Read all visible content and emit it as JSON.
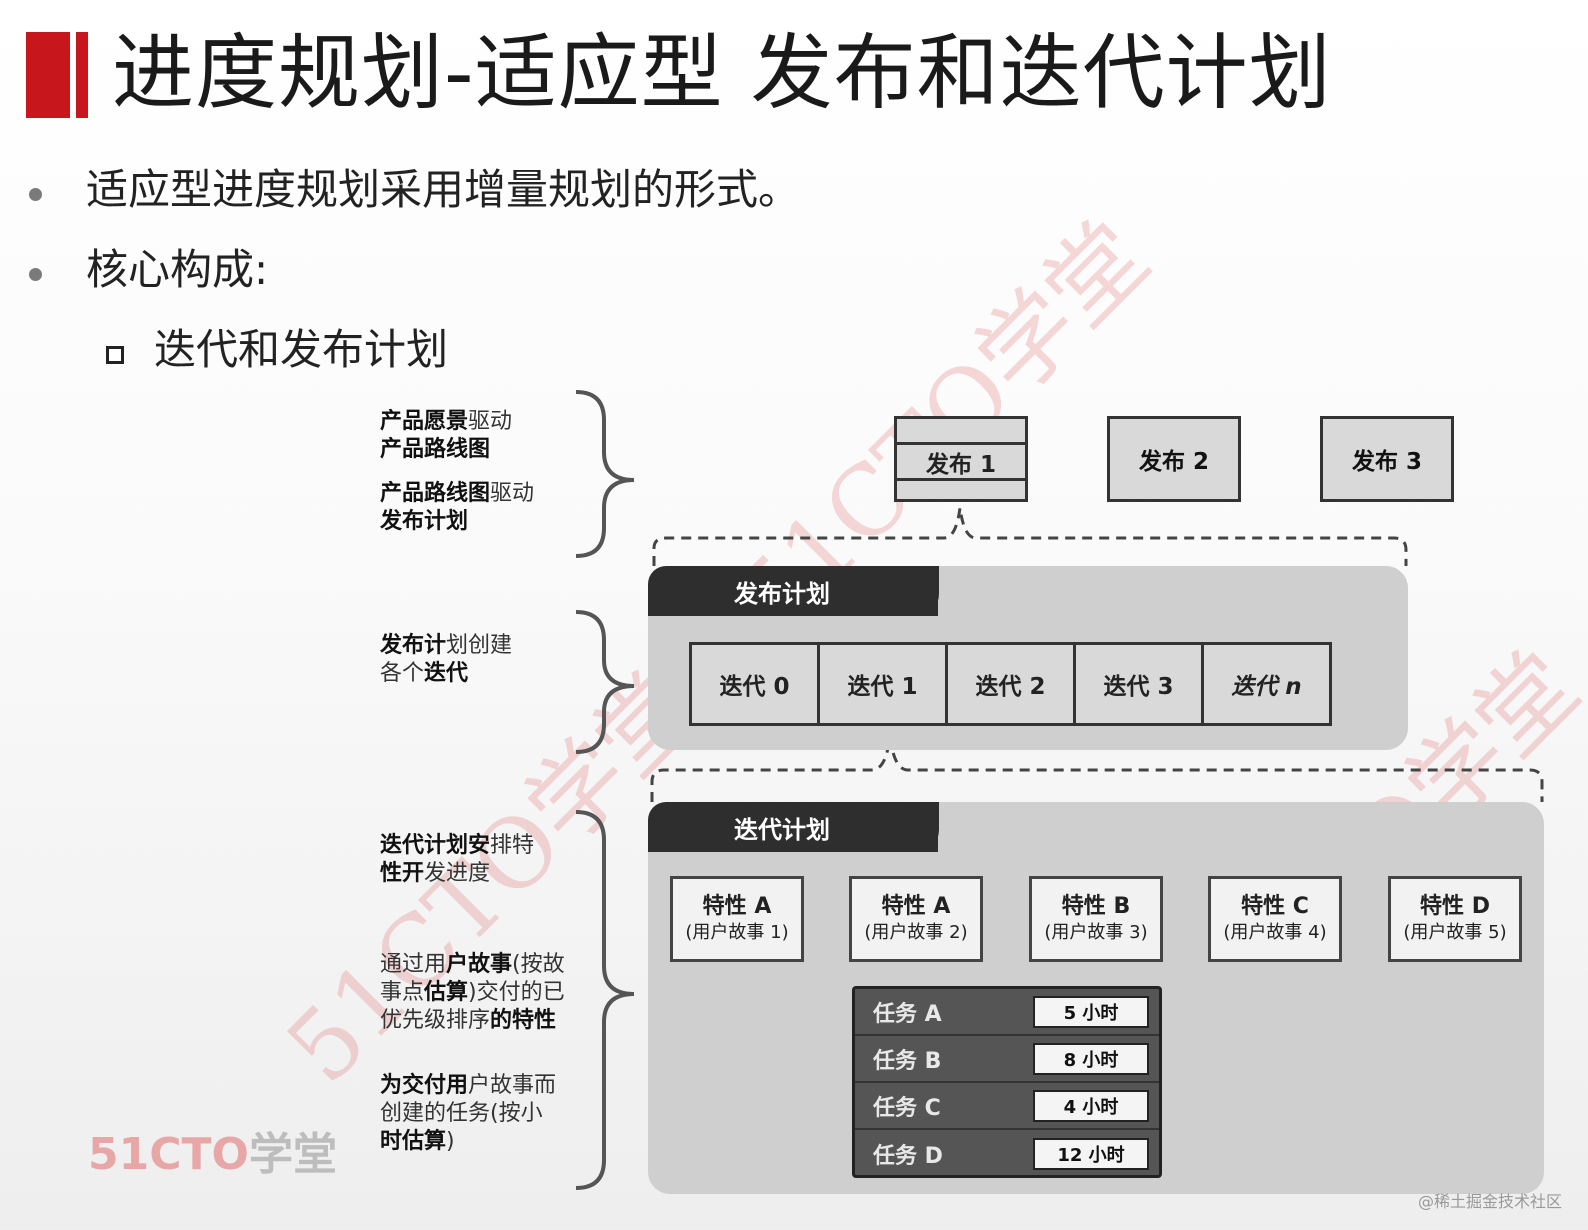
{
  "title": "进度规划-适应型 发布和迭代计划",
  "bullets": [
    "适应型进度规划采用增量规划的形式。",
    "核心构成:"
  ],
  "sub_bullet": "迭代和发布计划",
  "diagram": {
    "labels": {
      "vision_bold": "产品愿景",
      "vision_normal": "驱动",
      "roadmap": "产品路线图",
      "roadmap2_bold": "产品路线图",
      "roadmap2_normal": "驱动",
      "release_plan": "发布计划",
      "rp_create_bold": "发布计",
      "rp_create_normal": "划创建",
      "each_iter_normal": "各个",
      "each_iter_bold": "迭代",
      "ip_bold": "迭代计划安",
      "ip_normal": "排特",
      "ip2_bold": "性开",
      "ip2_normal": "发进度",
      "us1_normal": "通过用",
      "us1_bold": "户故事",
      "us1_tail": "(按故",
      "us2_normal": "事点",
      "us2_bold": "估算",
      "us2_tail": ")交付的已",
      "us3_normal": "优先级排序",
      "us3_bold": "的特性",
      "t1_bold": "为交付用",
      "t1_normal": "户故事而",
      "t2_normal": "创建的任务(按小",
      "t3_bold": "时估算",
      "t3_normal": ")"
    },
    "releases": [
      "发布 1",
      "发布 2",
      "发布 3"
    ],
    "release_plan_tab": "发布计划",
    "iterations": [
      "迭代 0",
      "迭代 1",
      "迭代 2",
      "迭代 3",
      "迭代 n"
    ],
    "iteration_plan_tab": "迭代计划",
    "features": [
      {
        "name": "特性 A",
        "story": "(用户故事 1)"
      },
      {
        "name": "特性 A",
        "story": "(用户故事 2)"
      },
      {
        "name": "特性 B",
        "story": "(用户故事 3)"
      },
      {
        "name": "特性 C",
        "story": "(用户故事 4)"
      },
      {
        "name": "特性 D",
        "story": "(用户故事 5)"
      }
    ],
    "tasks": [
      {
        "name": "任务 A",
        "hours": "5 小时"
      },
      {
        "name": "任务 B",
        "hours": "8 小时"
      },
      {
        "name": "任务 C",
        "hours": "4 小时"
      },
      {
        "name": "任务 D",
        "hours": "12 小时"
      }
    ]
  },
  "watermark": "51CTO学堂",
  "logo": {
    "num": "51CTO",
    "text": "学堂"
  },
  "credit": "@稀土掘金技术社区",
  "colors": {
    "accent": "#c8171c",
    "dark_tab": "#2e2e2e",
    "panel": "#cfcfcf"
  }
}
